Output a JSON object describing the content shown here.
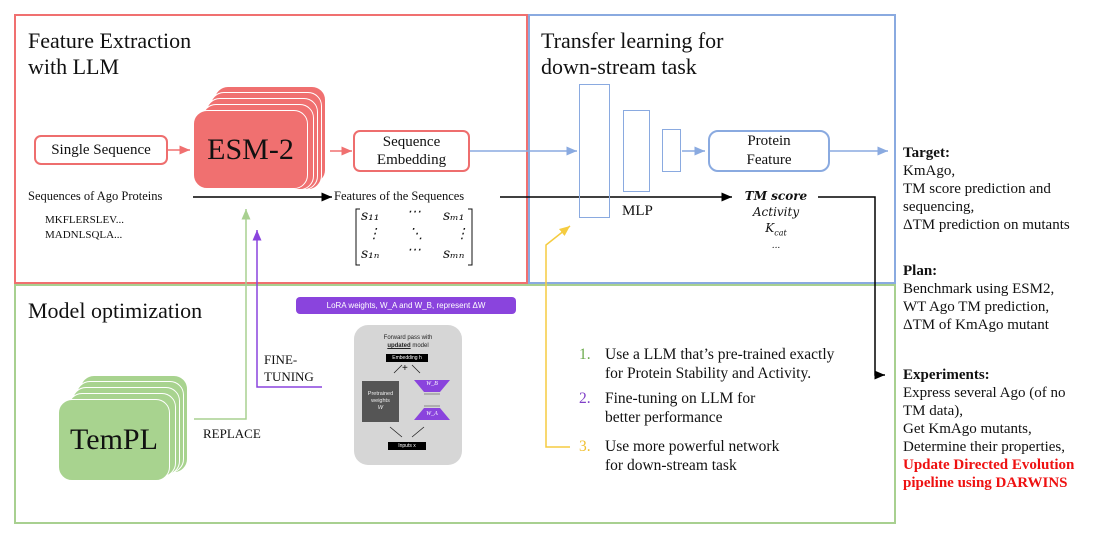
{
  "panels": {
    "feature_extraction": {
      "title_line1": "Feature Extraction",
      "title_line2": "with LLM"
    },
    "transfer_learning": {
      "title_line1": "Transfer learning for",
      "title_line2": "down-stream task"
    },
    "model_optimization": {
      "title": "Model optimization"
    }
  },
  "feature": {
    "single_sequence": "Single Sequence",
    "esm_label": "ESM-2",
    "sequence_embedding_line1": "Sequence",
    "sequence_embedding_line2": "Embedding",
    "sequences_label": "Sequences of Ago Proteins",
    "seq_examples": [
      "MKFLERSLEV...",
      "MADNLSQLA..."
    ],
    "features_label": "Features of the Sequences",
    "matrix": {
      "top_left": "s₁₁",
      "top_mid": "⋯",
      "top_right": "sₘ₁",
      "mid_left": "⋮",
      "mid_mid": "⋱",
      "mid_right": "⋮",
      "bot_left": "s₁ₙ",
      "bot_mid": "⋯",
      "bot_right": "sₘₙ"
    }
  },
  "transfer": {
    "mlp_label": "MLP",
    "protein_feature_line1": "Protein",
    "protein_feature_line2": "Feature",
    "outputs": [
      "TM score",
      "Activity",
      "K",
      "cat",
      "..."
    ]
  },
  "optimization": {
    "templ_label": "TemPL",
    "replace_label": "REPLACE",
    "fine_tuning_line1": "FINE-",
    "fine_tuning_line2": "TUNING",
    "lora_banner": "LoRA weights, W_A and W_B, represent ΔW",
    "lora": {
      "forward_line1": "Forward pass with",
      "forward_bold": "updated",
      "forward_rest": " model",
      "embedding": "Embedding h",
      "plus": "+",
      "pretrained_line1": "Pretrained",
      "pretrained_line2": "weights",
      "pretrained_line3": "W",
      "wb": "W_B",
      "wa": "W_A",
      "inputs": "Inputs x"
    },
    "list": [
      {
        "num": "1.",
        "line1": "Use a LLM that’s pre-trained exactly",
        "line2": "for Protein Stability and Activity.",
        "color": "#6aaa4a"
      },
      {
        "num": "2.",
        "line1": "Fine-tuning on LLM for",
        "line2": "better performance",
        "color": "#8040c8"
      },
      {
        "num": "3.",
        "line1": "Use more powerful network",
        "line2": "for down-stream task",
        "color": "#f0c030"
      }
    ]
  },
  "right": {
    "target_heading": "Target:",
    "target_lines": [
      "KmAgo,",
      "TM score prediction and",
      "sequencing,",
      "ΔTM prediction on mutants"
    ],
    "plan_heading": "Plan:",
    "plan_lines": [
      "Benchmark using ESM2,",
      "WT Ago TM prediction,",
      "ΔTM of KmAgo mutant"
    ],
    "experiments_heading": "Experiments:",
    "experiments_lines": [
      "Express several Ago (of no",
      "TM data),",
      "Get KmAgo mutants,",
      "Determine their properties,"
    ],
    "experiments_highlight": [
      "Update Directed Evolution",
      "pipeline using DARWINS"
    ]
  },
  "colors": {
    "red": "#f07070",
    "blue": "#8aaae0",
    "green": "#a8d090",
    "purple": "#8a44dd",
    "yellow": "#f5cc40",
    "highlight_red": "#ee1111"
  }
}
